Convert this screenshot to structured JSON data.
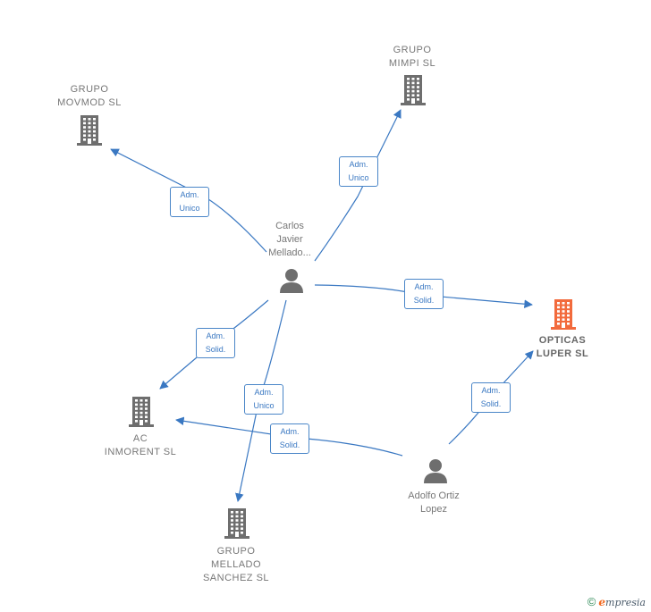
{
  "nodes": [
    {
      "id": "movmod",
      "type": "company",
      "label": "GRUPO\nMOVMOD SL",
      "highlight": false
    },
    {
      "id": "mimpi",
      "type": "company",
      "label": "GRUPO\nMIMPI  SL",
      "highlight": false
    },
    {
      "id": "carlos",
      "type": "person",
      "label": "Carlos\nJavier\nMellado...",
      "highlight": false
    },
    {
      "id": "opticas",
      "type": "company",
      "label": "OPTICAS\nLUPER  SL",
      "highlight": true
    },
    {
      "id": "acinorent",
      "type": "company",
      "label": "AC\nINMORENT  SL",
      "highlight": false
    },
    {
      "id": "mellado",
      "type": "company",
      "label": "GRUPO\nMELLADO\nSANCHEZ  SL",
      "highlight": false
    },
    {
      "id": "adolfo",
      "type": "person",
      "label": "Adolfo Ortiz\nLopez",
      "highlight": false
    }
  ],
  "edges": [
    {
      "from": "carlos",
      "to": "movmod",
      "label": "Adm.\nUnico"
    },
    {
      "from": "carlos",
      "to": "mimpi",
      "label": "Adm.\nUnico"
    },
    {
      "from": "carlos",
      "to": "opticas",
      "label": "Adm.\nSolid."
    },
    {
      "from": "carlos",
      "to": "acinorent",
      "label": "Adm.\nSolid."
    },
    {
      "from": "carlos",
      "to": "mellado",
      "label": "Adm.\nUnico"
    },
    {
      "from": "adolfo",
      "to": "acinorent",
      "label": "Adm.\nSolid."
    },
    {
      "from": "adolfo",
      "to": "opticas",
      "label": "Adm.\nSolid."
    }
  ],
  "colors": {
    "edge": "#3a78c2",
    "company_icon": "#6e6e6e",
    "highlight_icon": "#f26a3c",
    "person_icon": "#6e6e6e"
  },
  "footer": {
    "copyright_symbol": "©",
    "brand_initial": "e",
    "brand_rest": "mpresia"
  }
}
